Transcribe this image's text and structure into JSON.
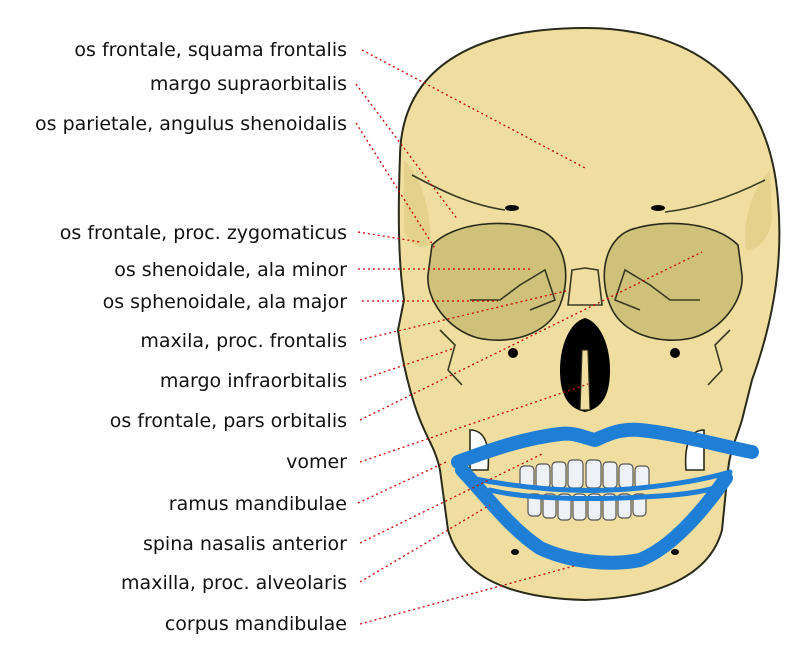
{
  "labels": [
    "os frontale, squama frontalis",
    "margo supraorbitalis",
    "os parietale, angulus shenoidalis",
    "os frontale, proc. zygomaticus",
    "os shenoidale, ala minor",
    "os sphenoidale, ala major",
    "maxila, proc. frontalis",
    "margo infraorbitalis",
    "os frontale, pars orbitalis",
    "vomer",
    "ramus mandibulae",
    "spina nasalis anterior",
    "maxilla, proc. alveolaris",
    "corpus mandibulae"
  ],
  "colors": {
    "bone": "#efdea0",
    "leader": "#cc0000",
    "lip_drawing": "#1f7fd6"
  }
}
